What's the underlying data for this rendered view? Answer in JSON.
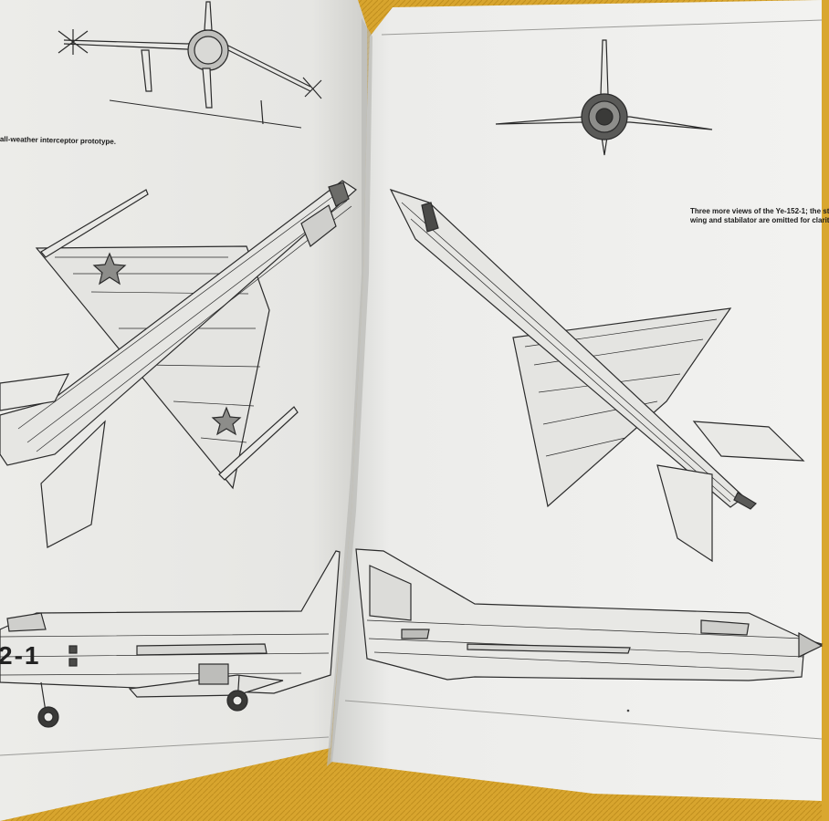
{
  "captions": {
    "left_page": "all-weather interceptor prototype.",
    "right_page_line1": "Three more views of the Ye-152-1; the st",
    "right_page_line2": "wing and stabilator are omitted for clarit"
  },
  "side_view_number": "2-1",
  "colors": {
    "table_cloth": "#d9a72f",
    "paper": "#efefed",
    "ink": "#2a2a2a"
  }
}
